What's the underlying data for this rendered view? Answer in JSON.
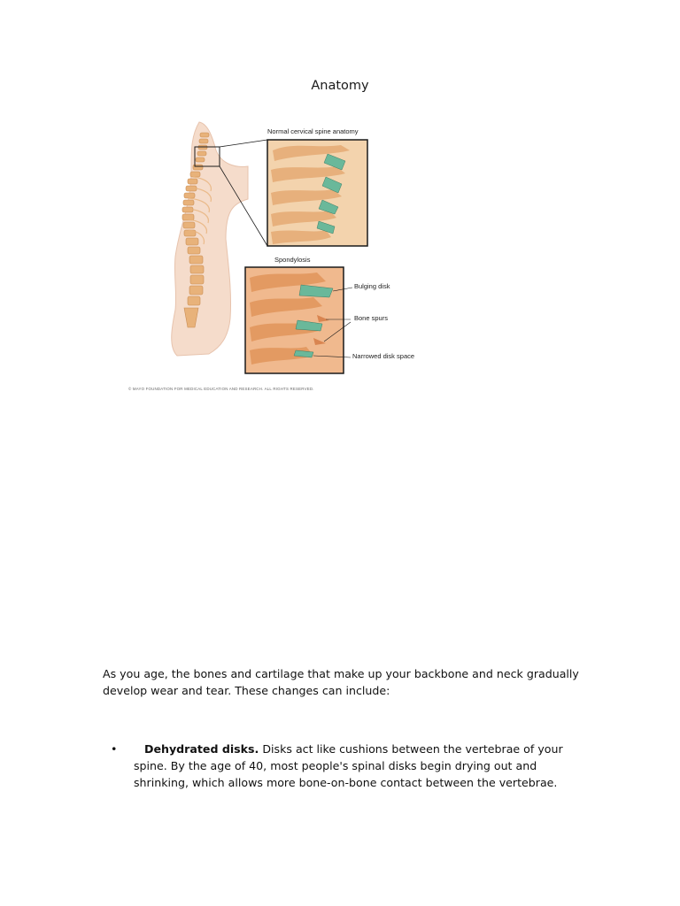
{
  "document": {
    "title": "Anatomy"
  },
  "figure": {
    "normal_label": "Normal cervical spine anatomy",
    "spondylosis_label": "Spondylosis",
    "callouts": {
      "bulging": "Bulging disk",
      "spurs": "Bone spurs",
      "narrowed": "Narrowed disk space"
    },
    "copyright": "© MAYO FOUNDATION FOR MEDICAL EDUCATION AND RESEARCH. ALL RIGHTS RESERVED."
  },
  "body": {
    "intro": "As you age, the bones and cartilage that make up your backbone and neck gradually develop wear and tear. These changes can include:",
    "bullets": [
      {
        "marker": "•",
        "lead": "Dehydrated disks.",
        "text": " Disks act like cushions between the vertebrae of your spine. By the age of 40, most people's spinal disks begin drying out and shrinking, which allows more bone-on-bone contact between the vertebrae."
      }
    ]
  },
  "colors": {
    "skin": "#f5dccb",
    "bone": "#e8b27a",
    "disk": "#5fb89a",
    "frame": "#1a1a1a"
  }
}
